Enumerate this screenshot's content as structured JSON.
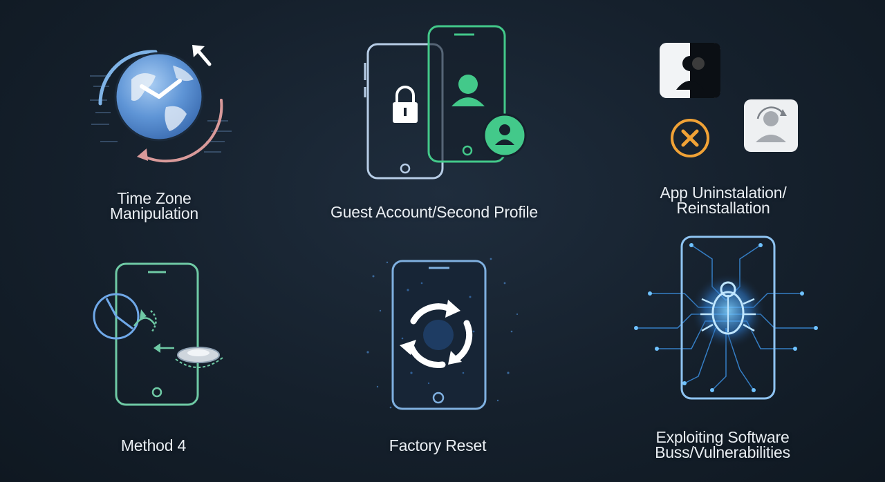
{
  "methods": [
    {
      "id": "time-zone",
      "label_lines": [
        "Time Zone",
        "Manipulation"
      ]
    },
    {
      "id": "guest-account",
      "label_lines": [
        "Guest Account/Second Profile"
      ]
    },
    {
      "id": "app-reinstall",
      "label_lines": [
        "App Uninstalation/",
        "Reinstallation"
      ]
    },
    {
      "id": "method-4",
      "label_lines": [
        "Method 4"
      ]
    },
    {
      "id": "factory-reset",
      "label_lines": [
        "Factory Reset"
      ]
    },
    {
      "id": "software-bugs",
      "label_lines": [
        "Exploiting Software",
        "Buss/Vulnerabilities"
      ]
    }
  ],
  "icons": {
    "time-zone": "globe-clock-icon",
    "guest-account": "phones-lock-profile-icon",
    "app-reinstall": "app-uninstall-icons",
    "method-4": "phone-clock-disk-icon",
    "factory-reset": "phone-reset-arrows-icon",
    "software-bugs": "phone-circuit-bug-icon"
  },
  "colors": {
    "background": "#15202c",
    "label_text": "#e9eef3",
    "accent_blue": "#6fa8e8",
    "accent_green": "#43c98a",
    "accent_orange": "#f0a236",
    "circuit_blue": "#4aa9ff"
  }
}
